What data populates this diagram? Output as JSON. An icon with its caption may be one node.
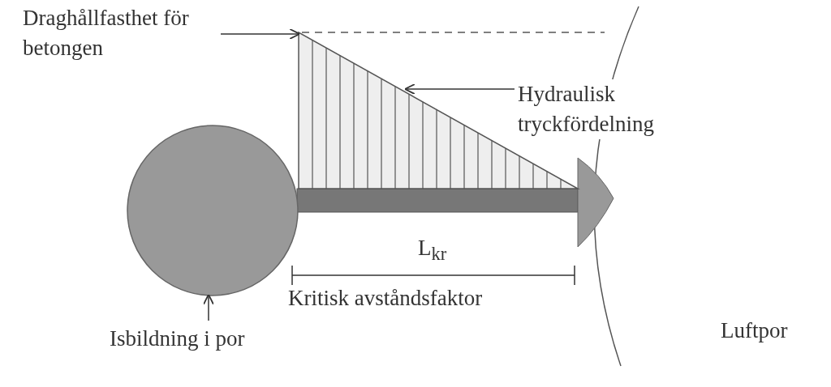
{
  "diagram": {
    "nodes": [
      {
        "text": [
          "Draghållfasthet för betongen"
        ]
      },
      {
        "text": [],
        "shape": "triangle"
      },
      {
        "text": [
          "Hydraulisk tryckfördelning"
        ]
      },
      {
        "text": [],
        "shape": "circle"
      },
      {
        "text": [
          "Isbildning i por"
        ]
      }
    ],
    "edges": [
      {
        "from": 0,
        "to": 1,
        "arrow": "to"
      },
      {
        "from": 2,
        "to": 1,
        "arrow": "to"
      },
      {
        "from": 4,
        "to": 3,
        "arrow": "to"
      }
    ],
    "labels": [
      "L$_{kr}$",
      "Kritisk avståndsfaktor",
      "Luftpor"
    ]
  }
}
